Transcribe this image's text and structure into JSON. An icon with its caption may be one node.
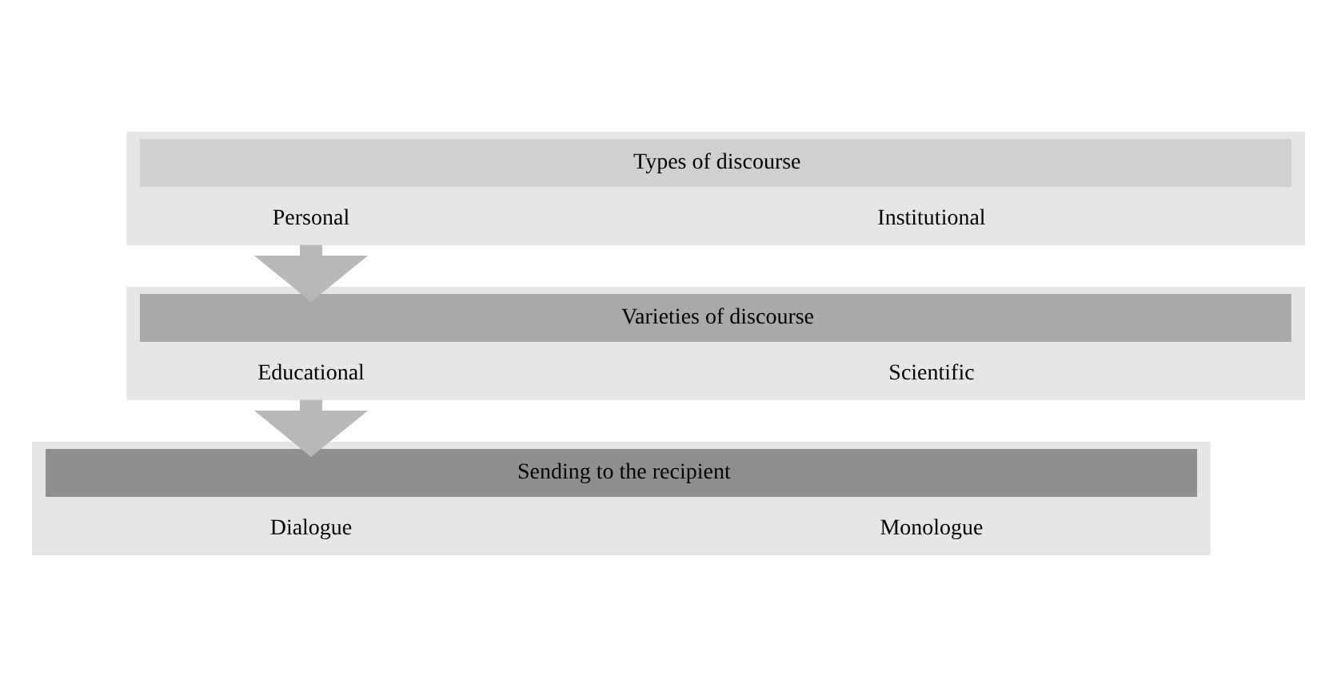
{
  "diagram": {
    "nodes": [
      {
        "text": [
          "Types of discourse"
        ]
      },
      {
        "text": [
          "Personal"
        ],
        "in": 0
      },
      {
        "text": [
          "Institutional"
        ],
        "in": 0
      },
      {
        "text": [
          "Varieties of discourse"
        ]
      },
      {
        "text": [
          "Educational"
        ],
        "in": 3
      },
      {
        "text": [
          "Scientific"
        ],
        "in": 3
      },
      {
        "text": [
          "Sending to the recipient"
        ]
      },
      {
        "text": [
          "Dialogue"
        ],
        "in": 6
      },
      {
        "text": [
          "Monologue"
        ],
        "in": 6
      }
    ],
    "edges": [
      {
        "from": 0,
        "to": 3,
        "arrow": "to"
      },
      {
        "from": 3,
        "to": 6,
        "arrow": "to"
      }
    ]
  }
}
